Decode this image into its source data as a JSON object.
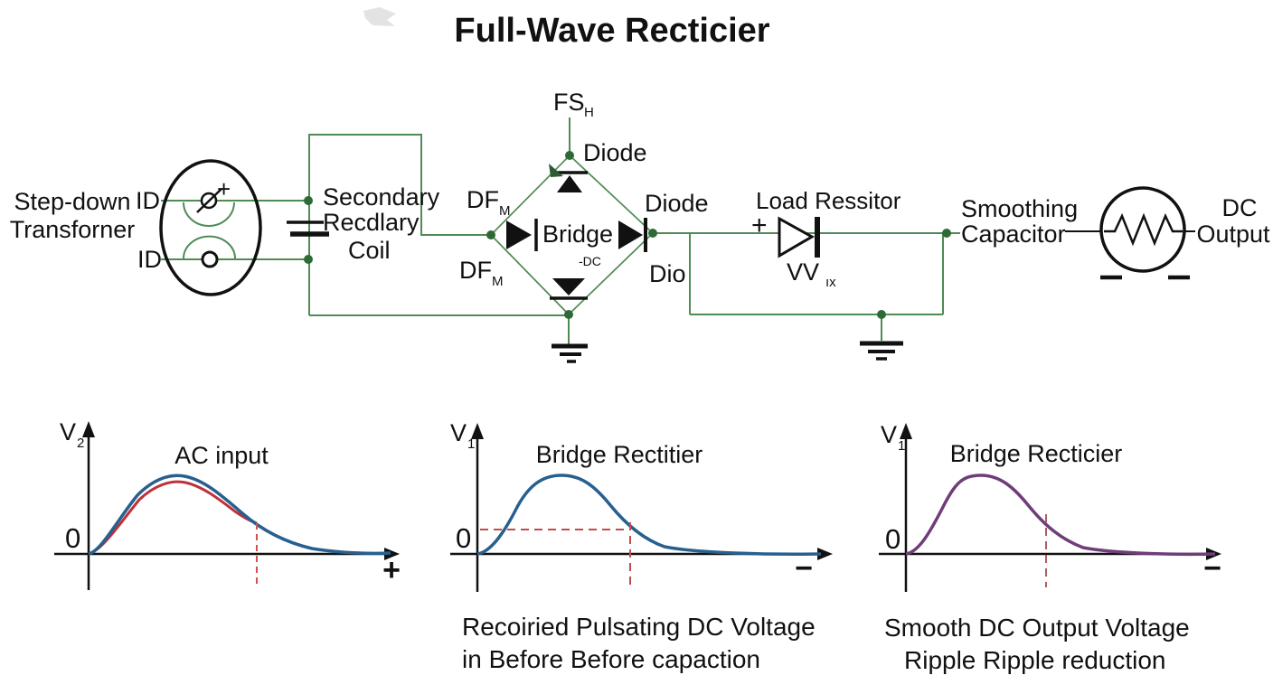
{
  "title": "Full-Wave Recticier",
  "colors": {
    "wire_green": "#4f8b55",
    "junction_dot": "#2d6a35",
    "ac_curve_blue": "#27608f",
    "ac_curve_red": "#c03038",
    "smooth_curve_purple": "#6f3d78",
    "dashed_marker_red": "#c94b4b",
    "ink_black": "#111111"
  },
  "circuit": {
    "source_label": [
      "Step-down",
      "Transforner"
    ],
    "input_top": "ID",
    "input_bottom": "ID",
    "transformer_plus": "+",
    "secondary_coil_label": [
      "Secondary",
      "Recdlary",
      "Coil"
    ],
    "bridge_top_terminal": {
      "text": "FS",
      "sub": "H"
    },
    "diode_left_top": {
      "text": "DF",
      "sub": "M"
    },
    "diode_left_bottom": {
      "text": "DF",
      "sub": "M"
    },
    "diode_top_label": "Diode",
    "diode_right_label": "Diode",
    "diode_bottom_right_label": "Dio",
    "bridge_label": "Bridge",
    "bridge_sublabel": "-DC",
    "load_plus": "+",
    "load_resistor_label": "Load Ressitor",
    "load_diode_name": {
      "text": "VV",
      "sub": "ıx"
    },
    "smoothing_label": [
      "Smoothing",
      "Capacitor"
    ],
    "output_label": [
      "DC",
      "Output"
    ]
  },
  "graphs": [
    {
      "y_axis_label": "V",
      "y_axis_sub": "2",
      "origin_label": "0",
      "title": "AC input",
      "x_end_label": "+"
    },
    {
      "y_axis_label": "V",
      "y_axis_sub": "1",
      "origin_label": "0",
      "title": "Bridge Rectitier",
      "x_end_label": "−"
    },
    {
      "y_axis_label": "V",
      "y_axis_sub": "1",
      "origin_label": "0",
      "title": "Bridge Recticier",
      "x_end_label": "−"
    }
  ],
  "captions": {
    "pulsating": [
      "Recoiried Pulsating DC Voltage",
      "in Before Before capaction"
    ],
    "smooth": [
      "Smooth DC Output Voltage",
      "Ripple Ripple reduction"
    ]
  }
}
